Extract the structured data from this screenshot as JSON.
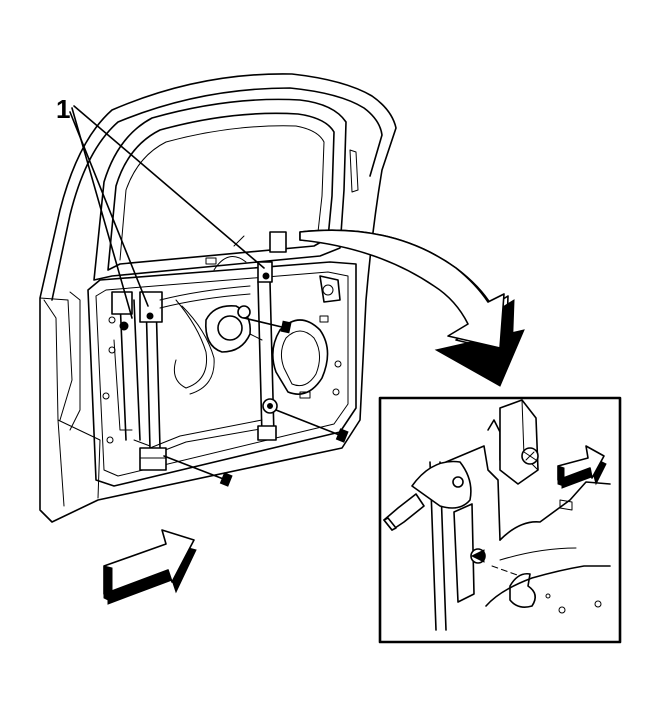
{
  "callouts": [
    {
      "id": "1",
      "label": "1"
    }
  ],
  "colors": {
    "line": "#000000",
    "background": "#ffffff"
  },
  "icons": [
    "door-outline",
    "window-regulator",
    "bolt",
    "curved-arrow",
    "direction-arrow",
    "detail-view"
  ]
}
